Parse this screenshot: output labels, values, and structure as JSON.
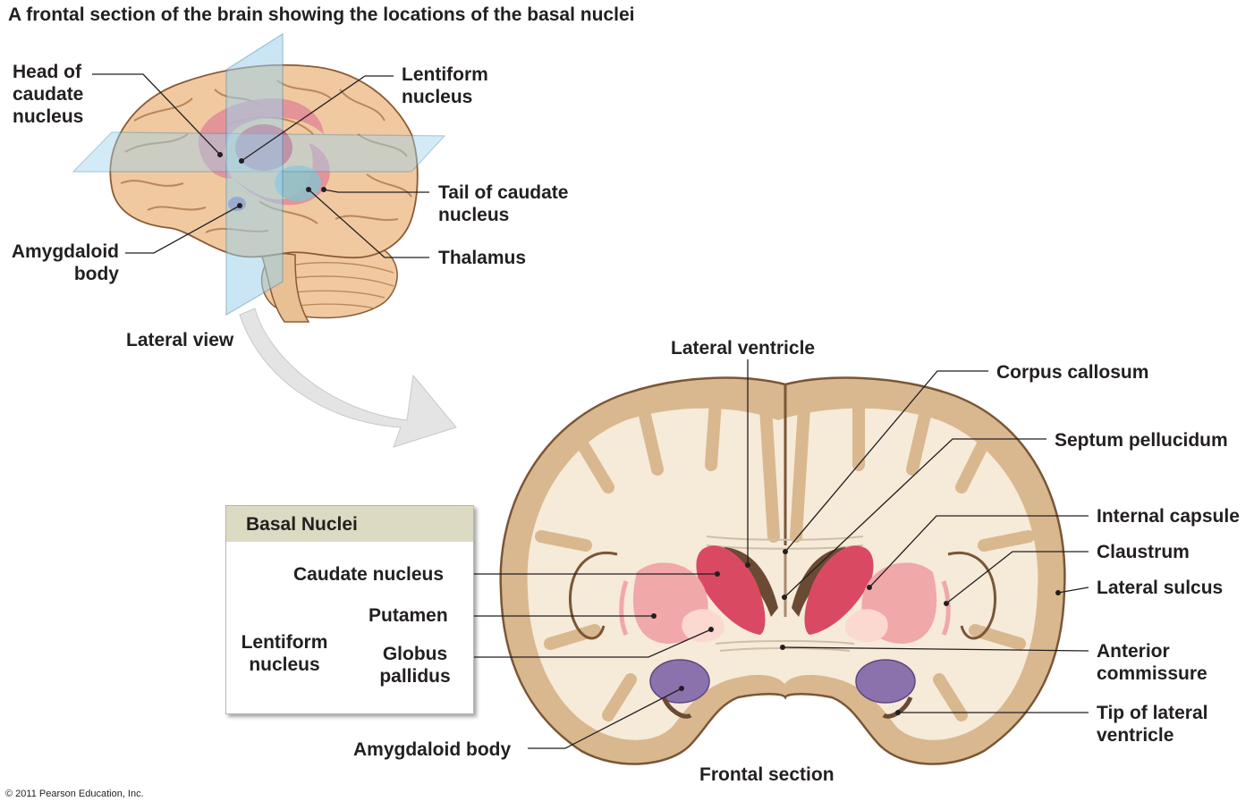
{
  "title": "A frontal section of the brain showing the locations of the basal nuclei",
  "lateral_view": {
    "caption": "Lateral view",
    "labels": {
      "head_caudate": [
        "Head of",
        "caudate",
        "nucleus"
      ],
      "lentiform": [
        "Lentiform",
        "nucleus"
      ],
      "tail_caudate": [
        "Tail of caudate",
        "nucleus"
      ],
      "thalamus": [
        "Thalamus"
      ],
      "amygdaloid": [
        "Amygdaloid",
        "body"
      ]
    }
  },
  "frontal_section": {
    "caption": "Frontal section",
    "labels": {
      "lateral_ventricle": [
        "Lateral ventricle"
      ],
      "corpus_callosum": [
        "Corpus callosum"
      ],
      "septum_pellucidum": [
        "Septum pellucidum"
      ],
      "internal_capsule": [
        "Internal capsule"
      ],
      "claustrum": [
        "Claustrum"
      ],
      "lateral_sulcus": [
        "Lateral sulcus"
      ],
      "anterior_commissure": [
        "Anterior",
        "commissure"
      ],
      "tip_lateral_ventricle": [
        "Tip of lateral",
        "ventricle"
      ],
      "amygdaloid_body": [
        "Amygdaloid body"
      ]
    }
  },
  "legend_box": {
    "title": "Basal Nuclei",
    "caudate": [
      "Caudate nucleus"
    ],
    "lentiform": [
      "Lentiform",
      "nucleus"
    ],
    "putamen": [
      "Putamen"
    ],
    "globus_pallidus": [
      "Globus",
      "pallidus"
    ]
  },
  "copyright": "© 2011 Pearson Education, Inc.",
  "colors": {
    "brain_surface": "#f0c9a0",
    "white_matter": "#f6ead9",
    "cortex_gray": "#d9b88f",
    "caudate": "#d94a62",
    "putamen": "#f1a8a8",
    "globus_pallidus": "#fbd8d0",
    "amygdala": "#8c72ad",
    "thalamus": "#8fbfc9",
    "plane_blue": "#9fd3ec",
    "ventricle": "#6b4a34"
  }
}
